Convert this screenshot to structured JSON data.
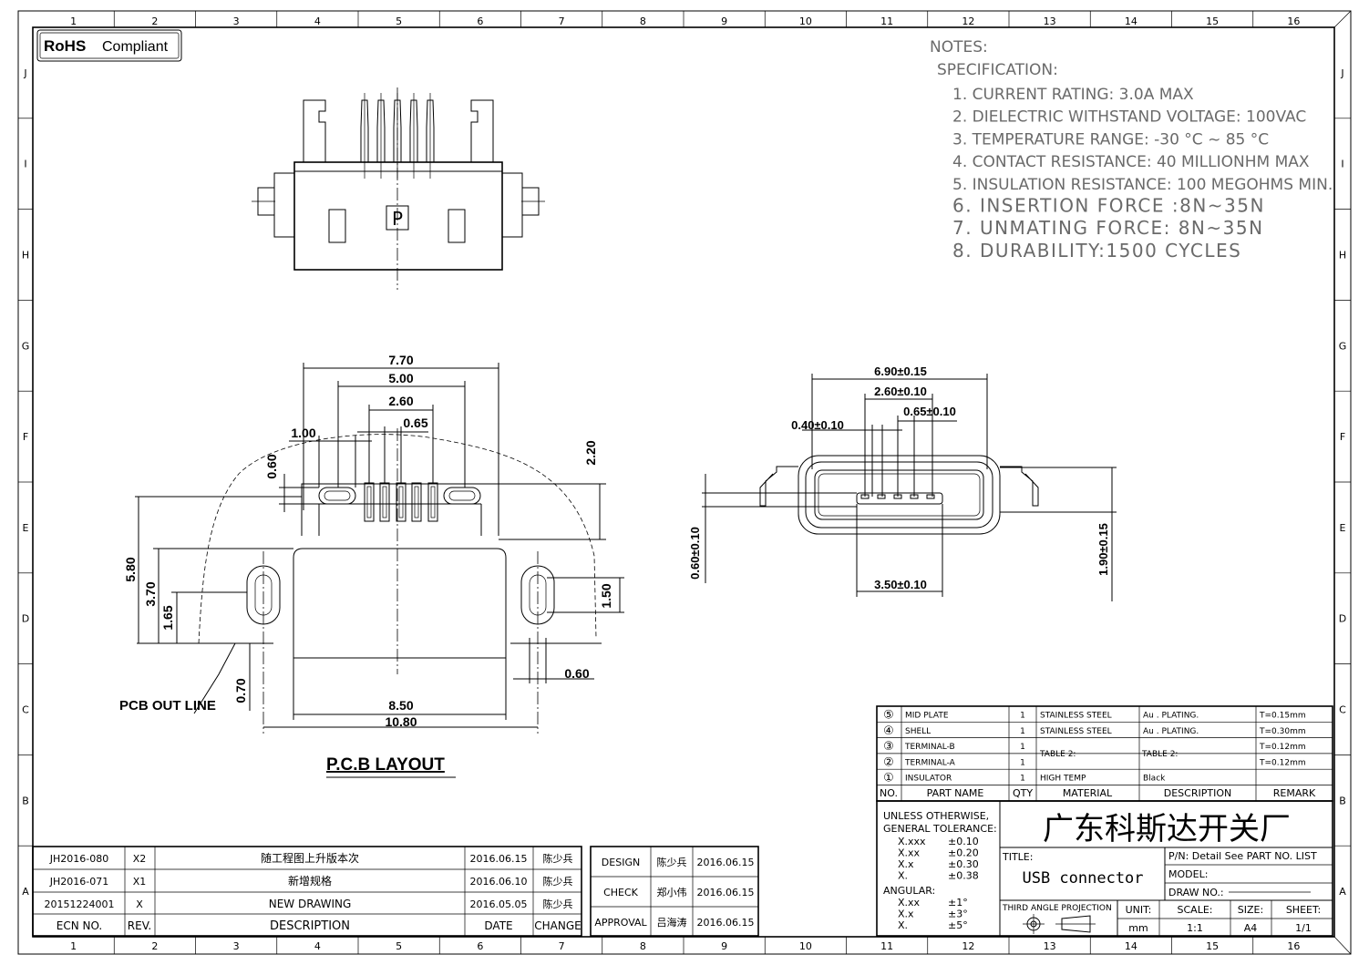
{
  "rohs": {
    "bold": "RoHS",
    "rest": "Compliant"
  },
  "frame": {
    "columns": [
      "1",
      "2",
      "3",
      "4",
      "5",
      "6",
      "7",
      "8",
      "9",
      "10",
      "11",
      "12",
      "13",
      "14",
      "15",
      "16"
    ],
    "rows": [
      "J",
      "I",
      "H",
      "G",
      "F",
      "E",
      "D",
      "C",
      "B",
      "A"
    ]
  },
  "notes": {
    "heading": "NOTES:",
    "spec_heading": "SPECIFICATION:",
    "items": [
      "1. CURRENT RATING: 3.0A MAX",
      "2. DIELECTRIC WITHSTAND VOLTAGE: 100VAC",
      "3. TEMPERATURE RANGE: -30 °C ~ 85 °C",
      "4. CONTACT RESISTANCE: 40 MILLIONHM MAX",
      "5. INSULATION RESISTANCE: 100 MEGOHMS MIN.",
      "6. INSERTION FORCE :8N~35N",
      "7. UNMATING FORCE: 8N~35N",
      "8. DURABILITY:1500 CYCLES"
    ]
  },
  "top_view": {
    "mark": "P"
  },
  "pcb_layout": {
    "dims": {
      "d770": "7.70",
      "d500": "5.00",
      "d260": "2.60",
      "d065": "0.65",
      "d100": "1.00",
      "d060v": "0.60",
      "d220": "2.20",
      "d580": "5.80",
      "d370": "3.70",
      "d165": "1.65",
      "d150": "1.50",
      "d070": "0.70",
      "d060h": "0.60",
      "d850": "8.50",
      "d1080": "10.80"
    },
    "outline_label": "PCB OUT LINE",
    "caption": "P.C.B LAYOUT"
  },
  "front_view": {
    "dims": {
      "d690": "6.90±0.15",
      "d260": "2.60±0.10",
      "d065": "0.65±0.10",
      "d040": "0.40±0.10",
      "d060": "0.60±0.10",
      "d190": "1.90±0.15",
      "d350": "3.50±0.10"
    }
  },
  "bom": {
    "rows": [
      {
        "no": "⑤",
        "part": "MID PLATE",
        "qty": "1",
        "material": "STAINLESS STEEL",
        "desc": "Au . PLATING.",
        "remark": "T=0.15mm"
      },
      {
        "no": "④",
        "part": "SHELL",
        "qty": "1",
        "material": "STAINLESS STEEL",
        "desc": "Au . PLATING.",
        "remark": "T=0.30mm"
      },
      {
        "no": "③",
        "part": "TERMINAL-B",
        "qty": "1",
        "material": "",
        "desc": "",
        "remark": "T=0.12mm"
      },
      {
        "no": "②",
        "part": "TERMINAL-A",
        "qty": "1",
        "material": "",
        "desc": "",
        "remark": "T=0.12mm"
      },
      {
        "no": "①",
        "part": "INSULATOR",
        "qty": "1",
        "material": "HIGH TEMP",
        "desc": "Black",
        "remark": ""
      }
    ],
    "table2_material": "TABLE 2:",
    "table2_desc": "TABLE 2:",
    "header": {
      "no": "NO.",
      "part": "PART NAME",
      "qty": "QTY",
      "material": "MATERIAL",
      "desc": "DESCRIPTION",
      "remark": "REMARK"
    }
  },
  "tolerance": {
    "line1": "UNLESS OTHERWISE,",
    "line2": "GENERAL TOLERANCE:",
    "rows": [
      {
        "k": "X.xxx",
        "v": "±0.10"
      },
      {
        "k": "X.xx",
        "v": "±0.20"
      },
      {
        "k": "X.x",
        "v": "±0.30"
      },
      {
        "k": "X.",
        "v": "±0.38"
      }
    ],
    "angular_label": "ANGULAR:",
    "angular": [
      {
        "k": "X.xx",
        "v": "±1°"
      },
      {
        "k": "X.x",
        "v": "±3°"
      },
      {
        "k": "X.",
        "v": "±5°"
      }
    ]
  },
  "company": "广东科斯达开关厂",
  "title_block": {
    "title_label": "TITLE:",
    "title": "USB connector",
    "pn": "P/N: Detail See PART NO. LIST",
    "model": "MODEL:",
    "draw_no": "DRAW NO.:",
    "projection": "THIRD ANGLE PROJECTION",
    "unit_label": "UNIT:",
    "unit": "mm",
    "scale_label": "SCALE:",
    "scale": "1:1",
    "size_label": "SIZE:",
    "size": "A4",
    "sheet_label": "SHEET:",
    "sheet": "1/1"
  },
  "revisions": {
    "rows": [
      {
        "ecn": "JH2016-080",
        "rev": "X2",
        "desc": "随工程图上升版本次",
        "date": "2016.06.15",
        "change": "陈少兵"
      },
      {
        "ecn": "JH2016-071",
        "rev": "X1",
        "desc": "新增规格",
        "date": "2016.06.10",
        "change": "陈少兵"
      },
      {
        "ecn": "20151224001",
        "rev": "X",
        "desc": "NEW DRAWING",
        "date": "2016.05.05",
        "change": "陈少兵"
      }
    ],
    "header": {
      "ecn": "ECN NO.",
      "rev": "REV.",
      "desc": "DESCRIPTION",
      "date": "DATE",
      "change": "CHANGE"
    }
  },
  "approvals": [
    {
      "role": "DESIGN",
      "name": "陈少兵",
      "date": "2016.06.15"
    },
    {
      "role": "CHECK",
      "name": "郑小伟",
      "date": "2016.06.15"
    },
    {
      "role": "APPROVAL",
      "name": "吕海涛",
      "date": "2016.06.15"
    }
  ]
}
